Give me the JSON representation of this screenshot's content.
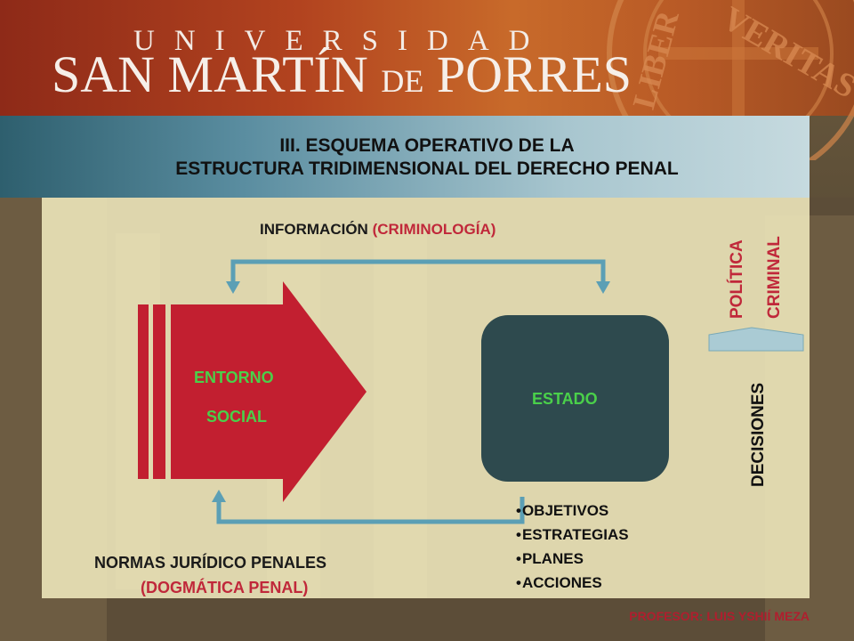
{
  "header": {
    "university_top": "UNIVERSIDAD",
    "name_part1": "SAN MARTÍN",
    "name_de": "DE",
    "name_part2": "PORRES",
    "seal_text_1": "VERITAS",
    "seal_text_2": "LIBER"
  },
  "title": {
    "line1": "III. ESQUEMA OPERATIVO DE LA",
    "line2": "ESTRUCTURA TRIDIMENSIONAL DEL DERECHO PENAL"
  },
  "diagram": {
    "info_label": "INFORMACIÓN",
    "info_label_red": "(CRIMINOLOGÍA)",
    "entorno_line1": "ENTORNO",
    "entorno_line2": "SOCIAL",
    "estado": "ESTADO",
    "normas_line1": "NORMAS JURÍDICO PENALES",
    "normas_line2": "(DOGMÁTICA PENAL)",
    "politica": "POLÍTICA",
    "criminal": "CRIMINAL",
    "decisiones": "DECISIONES",
    "bullets": [
      "OBJETIVOS",
      "ESTRATEGIAS",
      "PLANES",
      "ACCIONES"
    ]
  },
  "footer": {
    "professor": "PROFESOR: LUIS YSHIÍ MEZA"
  },
  "colors": {
    "arrow_red": "#c21f30",
    "connector_blue": "#5b9fb5",
    "estado_box": "#2e4a4e",
    "label_red": "#c0283a",
    "label_green": "#4ad04a"
  }
}
